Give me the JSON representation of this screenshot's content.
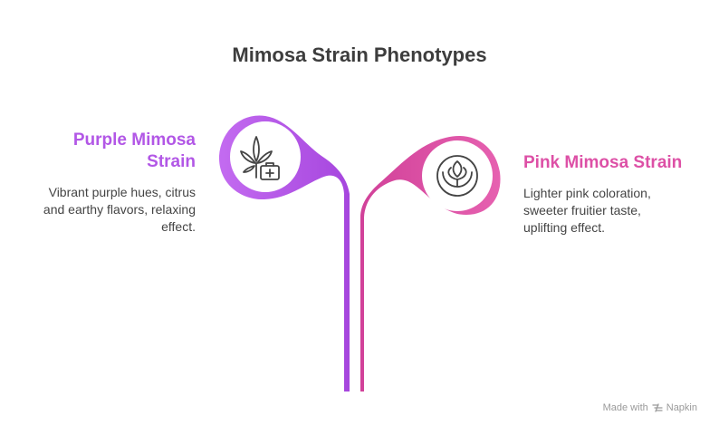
{
  "title": "Mimosa Strain Phenotypes",
  "left": {
    "heading_line1": "Purple Mimosa",
    "heading_line2": "Strain",
    "desc_line1": "Vibrant purple hues, citrus",
    "desc_line2": "and earthy flavors, relaxing",
    "desc_line3": "effect.",
    "icon": "cannabis-medical-icon",
    "color": "#b257e6"
  },
  "right": {
    "heading": "Pink Mimosa Strain",
    "desc_line1": "Lighter pink coloration,",
    "desc_line2": "sweeter fruitier taste,",
    "desc_line3": "uplifting effect.",
    "icon": "leaf-circle-icon",
    "color": "#dd50a6"
  },
  "footer": {
    "made_with": "Made with",
    "brand": "Napkin"
  }
}
